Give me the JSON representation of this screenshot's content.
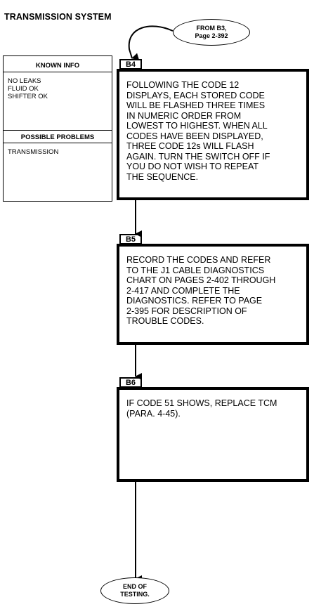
{
  "header": {
    "title": "TRANSMISSION SYSTEM"
  },
  "connector_from": {
    "line1": "FROM B3,",
    "line2": "Page 2-392"
  },
  "known_info": {
    "heading": "KNOWN INFO",
    "items": [
      "NO LEAKS",
      "FLUID OK",
      "SHIFTER OK"
    ]
  },
  "possible_problems": {
    "heading": "POSSIBLE PROBLEMS",
    "items": [
      "TRANSMISSION"
    ]
  },
  "steps": [
    {
      "label": "B4",
      "lines": [
        "FOLLOWING THE CODE 12",
        "DISPLAYS, EACH STORED CODE",
        "WILL BE FLASHED THREE TIMES",
        "IN NUMERIC ORDER FROM",
        "LOWEST TO HIGHEST. WHEN ALL",
        "CODES HAVE BEEN DISPLAYED,",
        "THREE CODE 12s WILL FLASH",
        "AGAIN. TURN THE SWITCH OFF IF",
        "YOU DO NOT WISH TO REPEAT",
        "THE SEQUENCE."
      ]
    },
    {
      "label": "B5",
      "lines": [
        "RECORD THE CODES AND REFER",
        "TO THE J1 CABLE DIAGNOSTICS",
        "CHART ON PAGES 2-402 THROUGH",
        "2-417 AND COMPLETE THE",
        "DIAGNOSTICS.  REFER TO PAGE",
        "2-395 FOR DESCRIPTION OF",
        "TROUBLE CODES."
      ]
    },
    {
      "label": "B6",
      "lines": [
        "IF CODE 51 SHOWS, REPLACE TCM",
        "(PARA. 4-45)."
      ]
    }
  ],
  "terminator": {
    "line1": "END OF",
    "line2": "TESTING."
  }
}
